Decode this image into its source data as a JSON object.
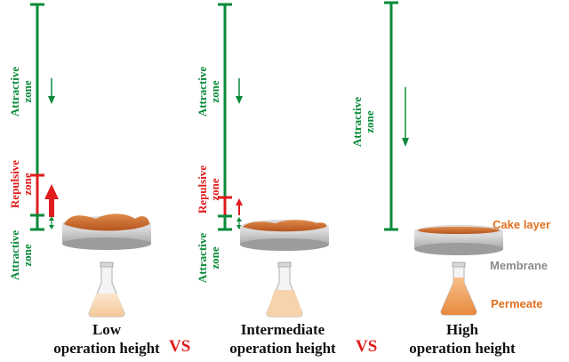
{
  "panels": [
    {
      "attractive_upper": [
        "Attractive",
        "zone"
      ],
      "repulsive": [
        "Repulsive",
        "zone"
      ],
      "attractive_lower": [
        "Attractive",
        "zone"
      ],
      "caption_line1": "Low",
      "caption_line2": "operation height"
    },
    {
      "attractive_upper": [
        "Attractive",
        "zone"
      ],
      "repulsive": [
        "Repulsive",
        "zone"
      ],
      "attractive_lower": [
        "Attractive",
        "zone"
      ],
      "caption_line1": "Intermediate",
      "caption_line2": "operation height"
    },
    {
      "attractive_upper": [
        "Attractive",
        "zone"
      ],
      "caption_line1": "High",
      "caption_line2": "operation height"
    }
  ],
  "vs_label": "VS",
  "side_labels": {
    "cake_layer": "Cake layer",
    "membrane": "Membrane",
    "permeate": "Permeate"
  },
  "colors": {
    "attractive": "#0a8a3a",
    "repulsive": "#e01c1c",
    "cake": "#c7662a",
    "membrane_gray": "#9a9a9a",
    "permeate_liquid": "#f4b27a"
  }
}
